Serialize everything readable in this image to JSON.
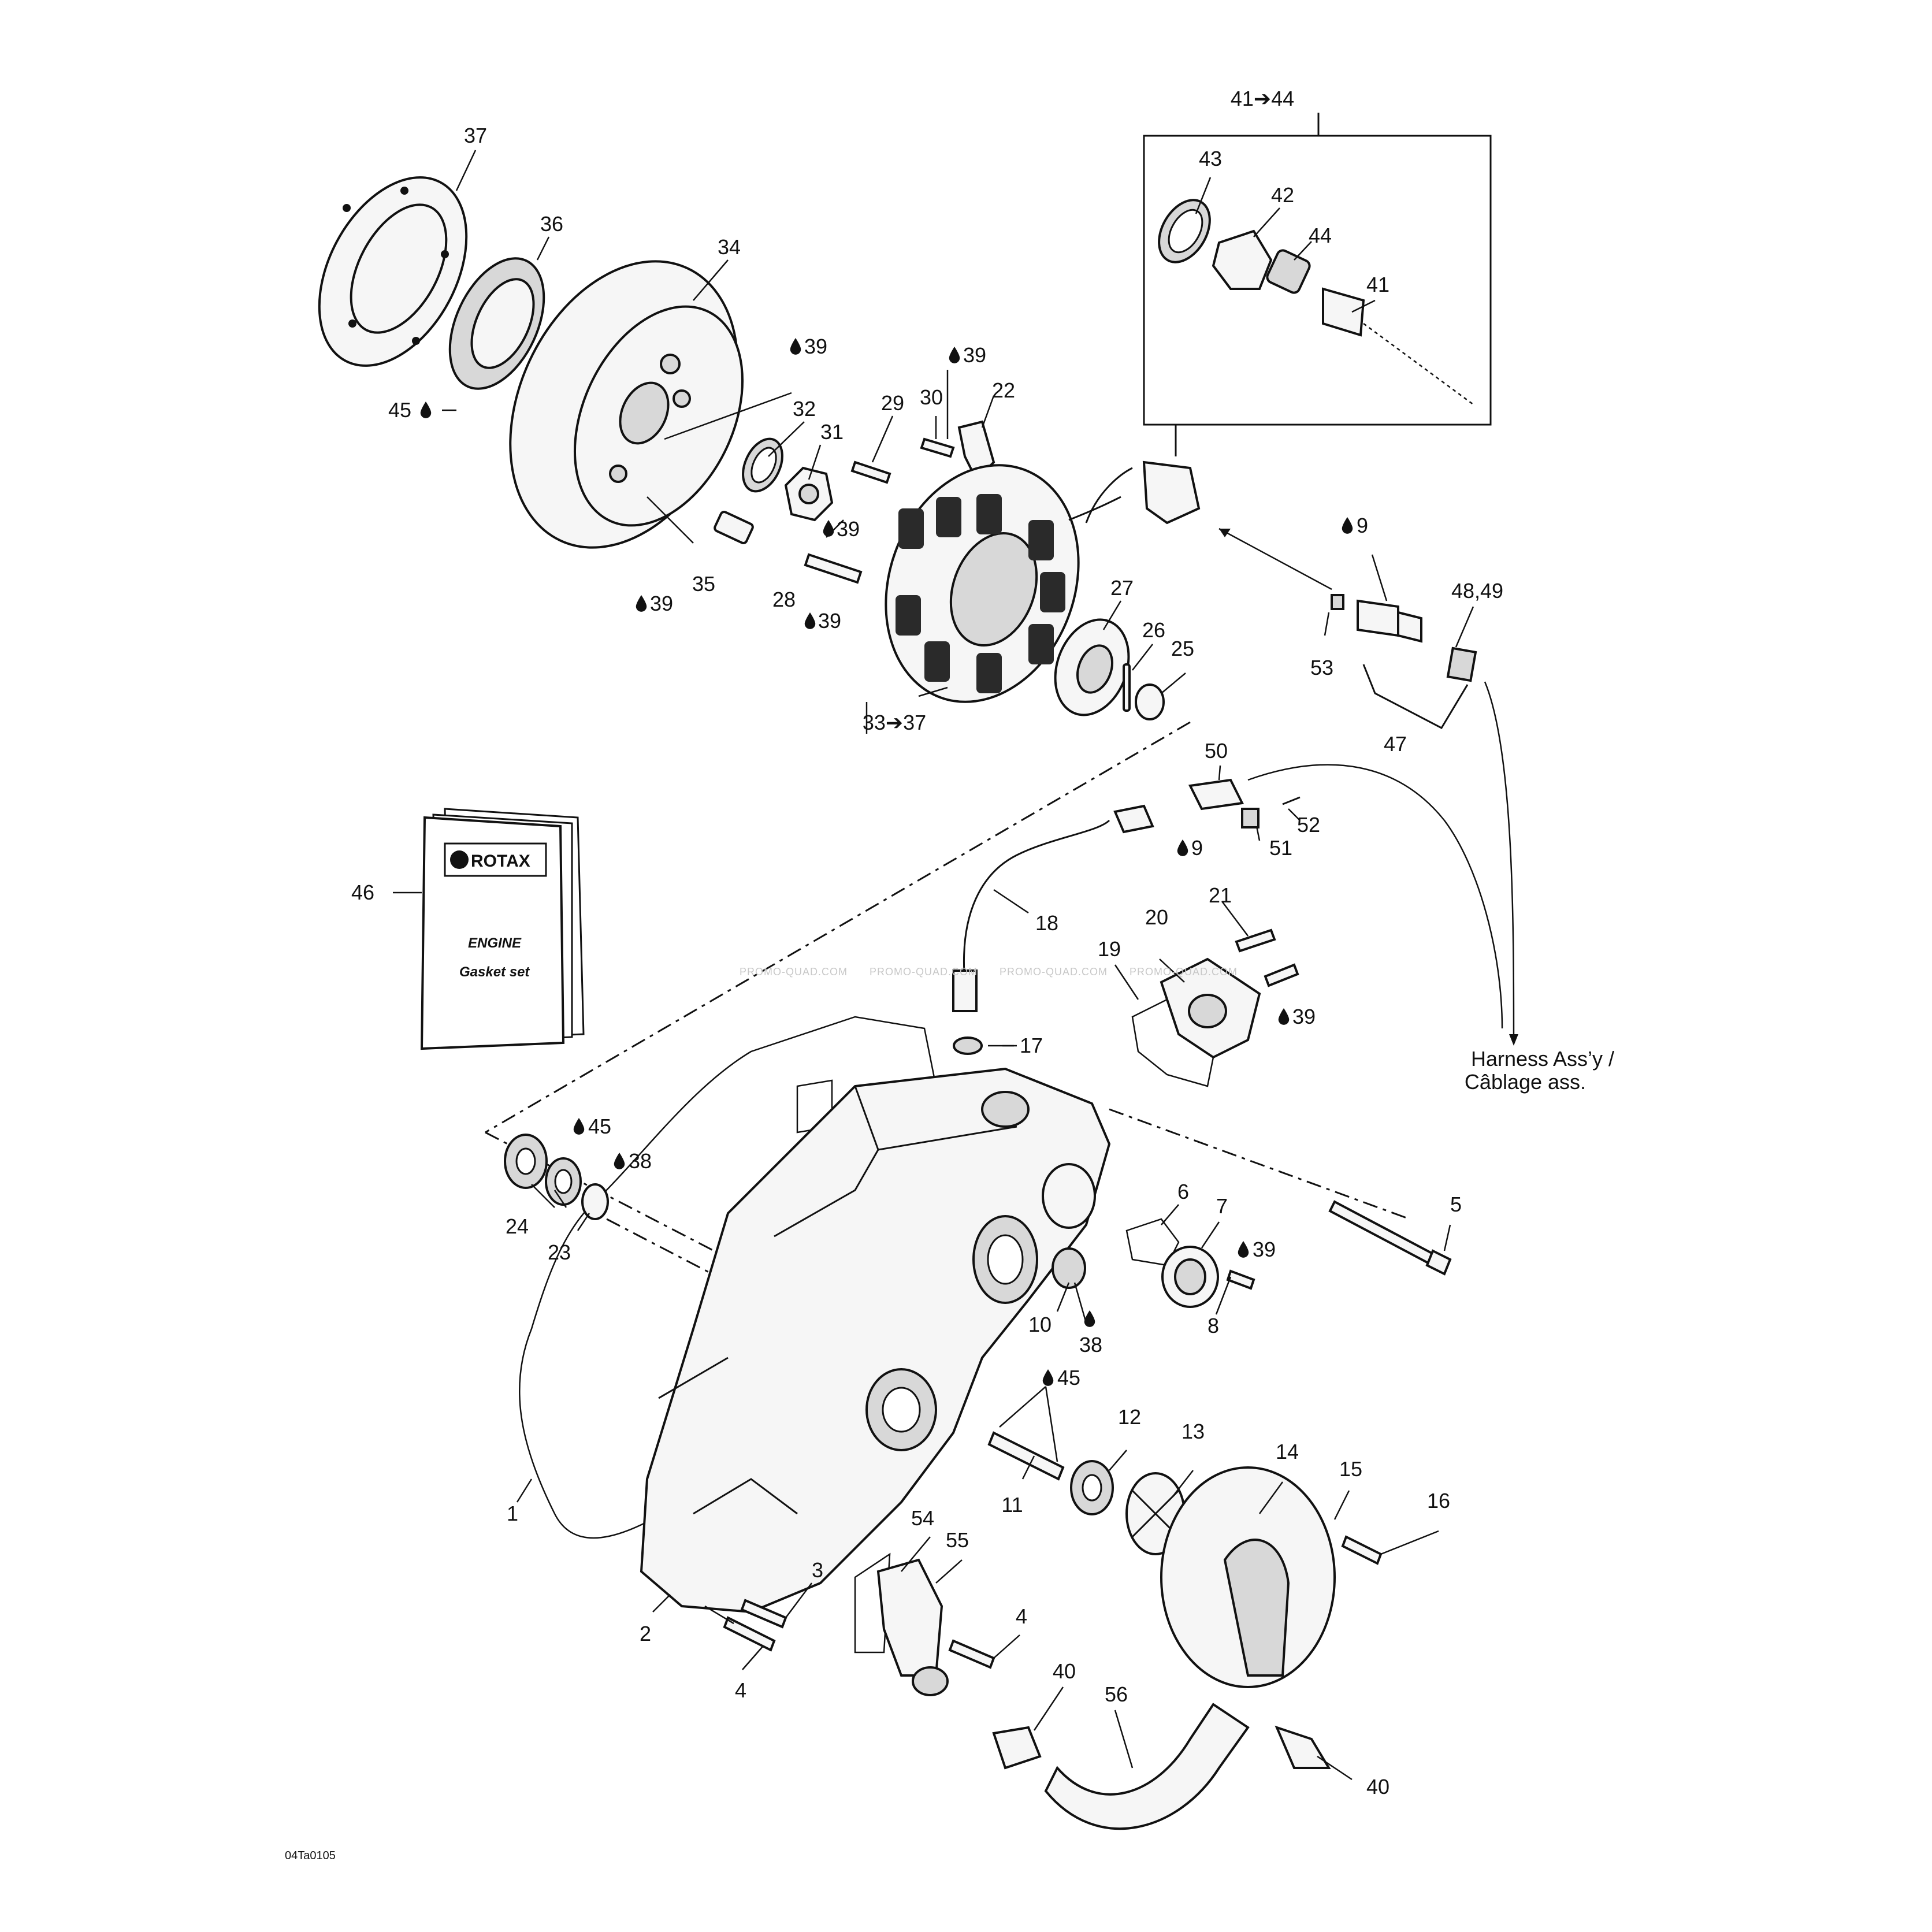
{
  "diagram": {
    "figure_code": "04Ta0105",
    "watermark": [
      "PROMO-QUAD.COM",
      "PROMO-QUAD.COM",
      "PROMO-QUAD.COM",
      "PROMO-QUAD.COM"
    ],
    "kit_box_label": "41➔44",
    "harness_note": [
      "Harness Ass’y /",
      "Câblage ass."
    ],
    "manual": {
      "brand": "ROTAX",
      "line1": "ENGINE",
      "line2": "Gasket set"
    },
    "callouts": {
      "c1": "1",
      "c2": "2",
      "c3": "3",
      "c4a": "4",
      "c4b": "4",
      "c5": "5",
      "c6": "6",
      "c7": "7",
      "c8": "8",
      "c9a": "9",
      "c9b": "9",
      "c10": "10",
      "c11": "11",
      "c12": "12",
      "c13": "13",
      "c14": "14",
      "c15": "15",
      "c16": "16",
      "c17": "17",
      "c18": "18",
      "c19": "19",
      "c20": "20",
      "c21": "21",
      "c22": "22",
      "c23": "23",
      "c24": "24",
      "c25": "25",
      "c26": "26",
      "c27": "27",
      "c28": "28",
      "c29": "29",
      "c30": "30",
      "c31": "31",
      "c32": "32",
      "c33": "33➔37",
      "c34": "34",
      "c35": "35",
      "c36": "36",
      "c37": "37",
      "c38a": "38",
      "c38b": "38",
      "c39a": "39",
      "c39b": "39",
      "c39c": "39",
      "c39d": "39",
      "c39e": "39",
      "c39f": "39",
      "c39g": "39",
      "c40a": "40",
      "c40b": "40",
      "c41": "41",
      "c42": "42",
      "c43": "43",
      "c44": "44",
      "c45a": "45",
      "c45b": "45",
      "c45c": "45",
      "c46": "46",
      "c47": "47",
      "c48": "48,49",
      "c50": "50",
      "c51": "51",
      "c52": "52",
      "c53": "53",
      "c54": "54",
      "c55": "55",
      "c56": "56"
    }
  }
}
